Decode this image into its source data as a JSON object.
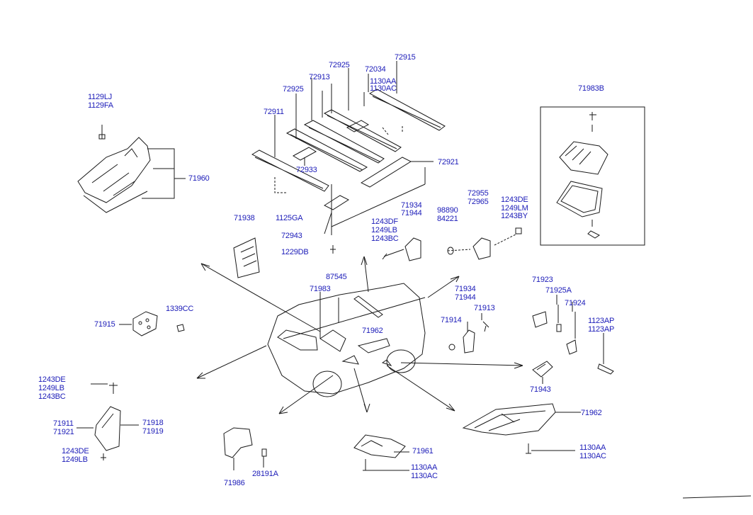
{
  "colors": {
    "label": "#1b1bb8",
    "line": "#1a1a1a",
    "background": "#ffffff"
  },
  "labels": {
    "l72915": "72915",
    "l72925a": "72925",
    "l72034": "72034",
    "l72913": "72913",
    "l1130aa_top": "1130AA",
    "l1130ac_top": "1130AC",
    "l72925b": "72925",
    "l72911": "72911",
    "l1129lj": "1129LJ",
    "l1129fa": "1129FA",
    "l71960": "71960",
    "l72933": "72933",
    "l72921": "72921",
    "l1125ga": "1125GA",
    "l72943": "72943",
    "l1229db": "1229DB",
    "l71938": "71938",
    "l71934a": "71934",
    "l71944a": "71944",
    "l1243df": "1243DF",
    "l1249lb_a": "1249LB",
    "l1243bc_a": "1243BC",
    "l98890": "98890",
    "l84221": "84221",
    "l72955": "72955",
    "l72965": "72965",
    "l1243de_a": "1243DE",
    "l1249lm": "1249LM",
    "l1243by": "1243BY",
    "l71983b": "71983B",
    "l87545": "87545",
    "l71983": "71983",
    "l71934b": "71934",
    "l71944b": "71944",
    "l71913": "71913",
    "l71914": "71914",
    "l71962a": "71962",
    "l71923": "71923",
    "l71925a": "71925A",
    "l71924": "71924",
    "l1123ap_a": "1123AP",
    "l1123ap_b": "1123AP",
    "l71915": "71915",
    "l1339cc": "1339CC",
    "l1243de_b": "1243DE",
    "l1249lb_b": "1249LB",
    "l1243bc_b": "1243BC",
    "l71943": "71943",
    "l71911": "71911",
    "l71921": "71921",
    "l71918": "71918",
    "l71919": "71919",
    "l1243de_c": "1243DE",
    "l1249lb_c": "1249LB",
    "l71962b": "71962",
    "l71961": "71961",
    "l1130aa_b": "1130AA",
    "l1130ac_b": "1130AC",
    "l1130aa_c": "1130AA",
    "l1130ac_c": "1130AC",
    "l71986": "71986",
    "l28191a": "28191A"
  }
}
